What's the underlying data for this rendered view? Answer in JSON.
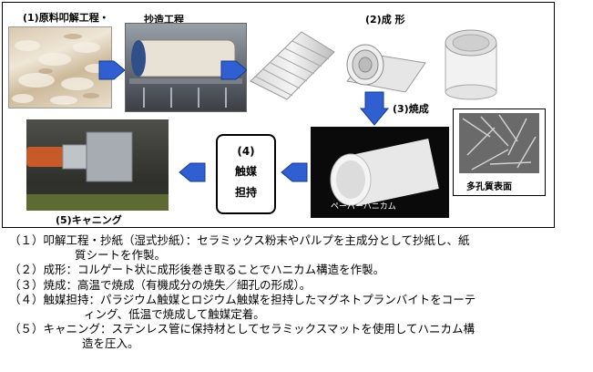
{
  "labels": {
    "step1": "(1)原料叩解工程・",
    "step1b": "抄造工程",
    "step2": "(2)成 形",
    "step3": "(3)焼成",
    "step4_num": "(4)",
    "step4_line1": "触媒",
    "step4_line2": "担持",
    "step5": "(5)キャニング",
    "porous": "多孔質表面",
    "paper_honeycomb": "ペーパーハニカム"
  },
  "notes": [
    "（１）叩解工程・抄紙（湿式抄紙）：セラミックス粉末やパルプを主成分として抄紙し、紙",
    "質シートを作製。",
    "（２）成形：コルゲート状に成形後巻き取ることでハニカム構造を作製。",
    "（３）焼成：高温で焼成（有機成分の焼失／細孔の形成）。",
    "（４）触媒担持：パラジウム触媒とロジウム触媒を担持したマグネトプランバイトをコーテ",
    "ィング、低温で焼成して触媒定着。",
    "（５）キャニング：ステンレス管に保持材としてセラミックスマットを使用してハニカム構",
    "造を圧入。"
  ],
  "colors": {
    "arrow": "#2f5fd0",
    "arrow_edge": "#1a3a8a"
  }
}
